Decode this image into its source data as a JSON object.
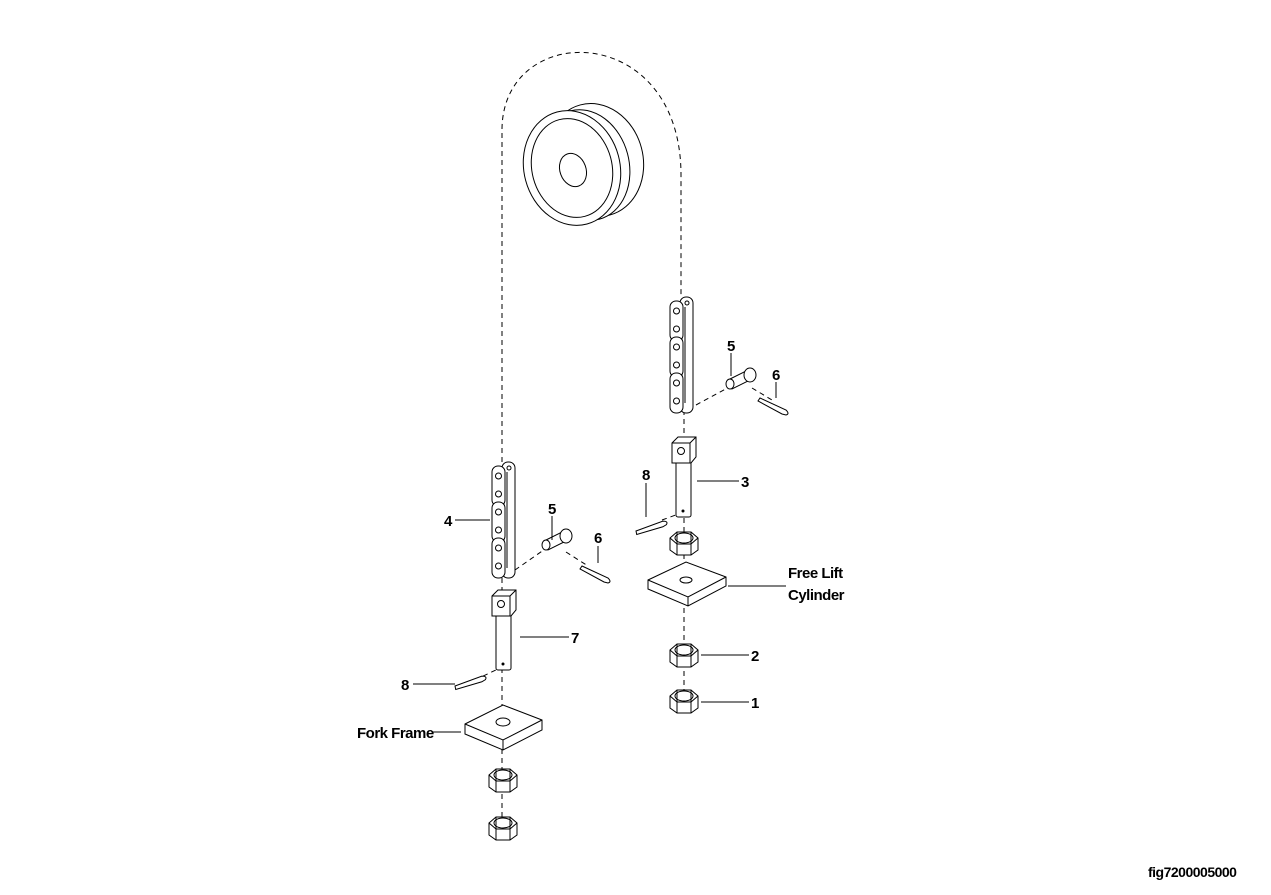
{
  "figure_id": "fig7200005000",
  "callouts": {
    "right_pin": "5",
    "right_cotter_pin": "6",
    "right_clevis": "3",
    "right_clevis_cotter": "8",
    "free_lift_line1": "Free Lift",
    "free_lift_line2": "Cylinder",
    "nut_2": "2",
    "nut_1": "1",
    "left_chain": "4",
    "left_pin": "5",
    "left_cotter_pin": "6",
    "left_clevis": "7",
    "left_clevis_cotter": "8",
    "fork_frame": "Fork Frame"
  }
}
